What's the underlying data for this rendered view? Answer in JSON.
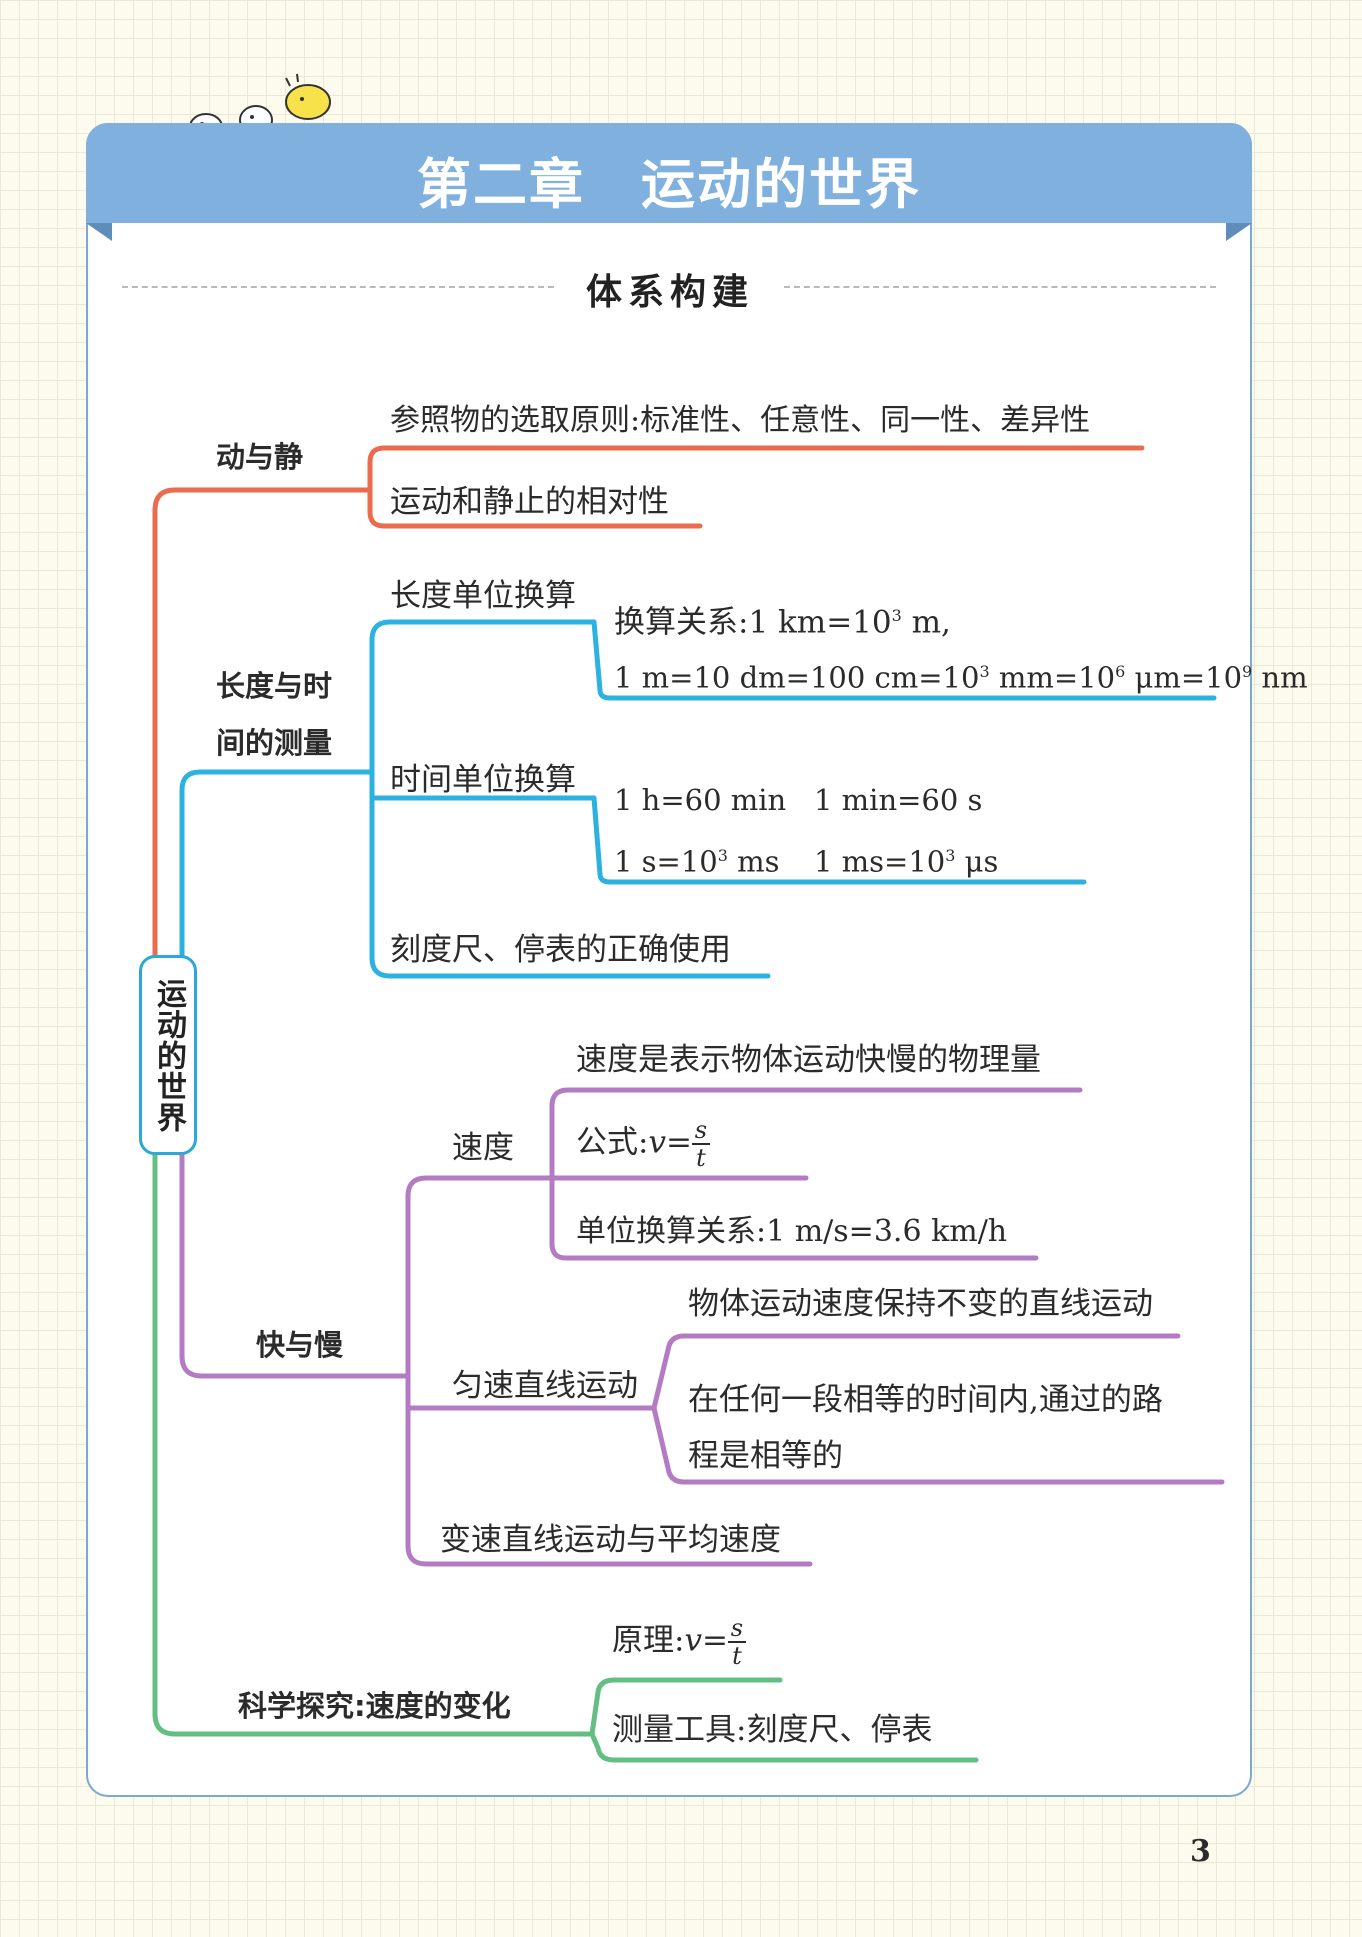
{
  "header": {
    "chapter_title": "第二章　运动的世界",
    "section_title": "体系构建"
  },
  "mindmap": {
    "root": "运动的世界",
    "branch1": {
      "label": "动与静",
      "items": [
        "参照物的选取原则:标准性、任意性、同一性、差异性",
        "运动和静止的相对性"
      ]
    },
    "branch2": {
      "label_line1": "长度与时",
      "label_line2": "间的测量",
      "length": {
        "label": "长度单位换算",
        "line1_prefix": "换算关系:1 km=10",
        "line1_sup": "3",
        "line1_suffix": " m,",
        "line2": [
          "1 m=10 dm=100 cm=10",
          "3",
          " mm=10",
          "6",
          " μm=10",
          "9",
          " nm"
        ]
      },
      "time": {
        "label": "时间单位换算",
        "row1_a": "1 h=60 min",
        "row1_b": "1 min=60 s",
        "row2_a": [
          "1 s=10",
          "3",
          " ms"
        ],
        "row2_b": [
          "1 ms=10",
          "3",
          " μs"
        ]
      },
      "tools": "刻度尺、停表的正确使用"
    },
    "branch3": {
      "label": "快与慢",
      "speed": {
        "label": "速度",
        "definition": "速度是表示物体运动快慢的物理量",
        "formula_prefix": "公式:",
        "formula_var": "v=",
        "formula_num": "s",
        "formula_den": "t",
        "unit": "单位换算关系:1 m/s=3.6 km/h"
      },
      "uniform": {
        "label": "匀速直线运动",
        "item1": "物体运动速度保持不变的直线运动",
        "item2_line1": "在任何一段相等的时间内,通过的路",
        "item2_line2": "程是相等的"
      },
      "variable": "变速直线运动与平均速度"
    },
    "branch4": {
      "label": "科学探究:速度的变化",
      "principle_prefix": "原理:",
      "principle_var": "v=",
      "principle_num": "s",
      "principle_den": "t",
      "tools": "测量工具:刻度尺、停表"
    }
  },
  "page_number": "3",
  "colors": {
    "red_branch": "#ec6a4e",
    "blue_branch": "#2bb2e0",
    "purple_branch": "#b47bc5",
    "green_branch": "#63be83",
    "banner": "#7fb0de"
  }
}
